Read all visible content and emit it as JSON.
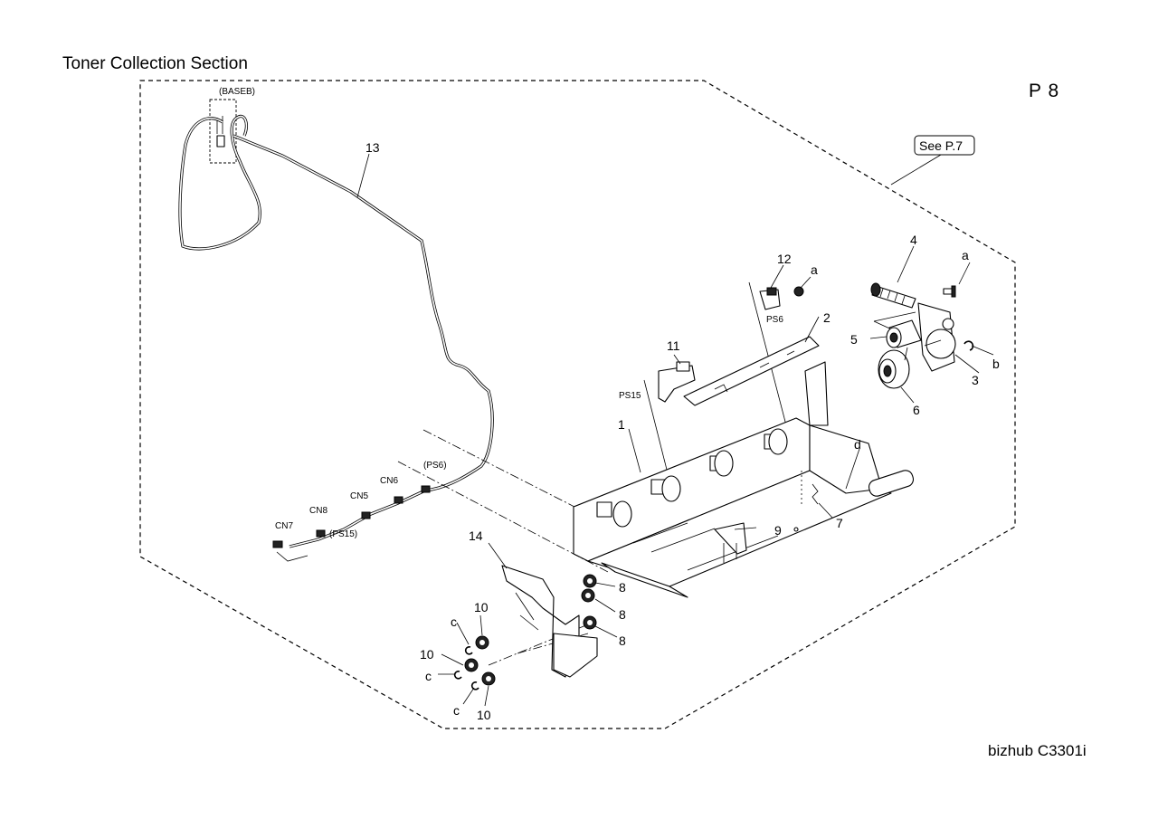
{
  "header": {
    "title": "Toner Collection Section",
    "page": "P 8"
  },
  "footer": {
    "model": "bizhub C3301i"
  },
  "diagram": {
    "see_reference": "See P.7",
    "board_label": "(BASEB)",
    "parts": [
      "1",
      "2",
      "3",
      "4",
      "5",
      "6",
      "7",
      "8",
      "8",
      "8",
      "9",
      "10",
      "10",
      "10",
      "11",
      "12",
      "13",
      "14"
    ],
    "reference_letters": [
      "a",
      "a",
      "b",
      "c",
      "c",
      "c",
      "d"
    ],
    "connectors": [
      "CN5",
      "CN6",
      "CN7",
      "CN8"
    ],
    "sensor_labels": [
      "PS6",
      "PS15",
      "(PS6)",
      "(PS15)"
    ]
  }
}
